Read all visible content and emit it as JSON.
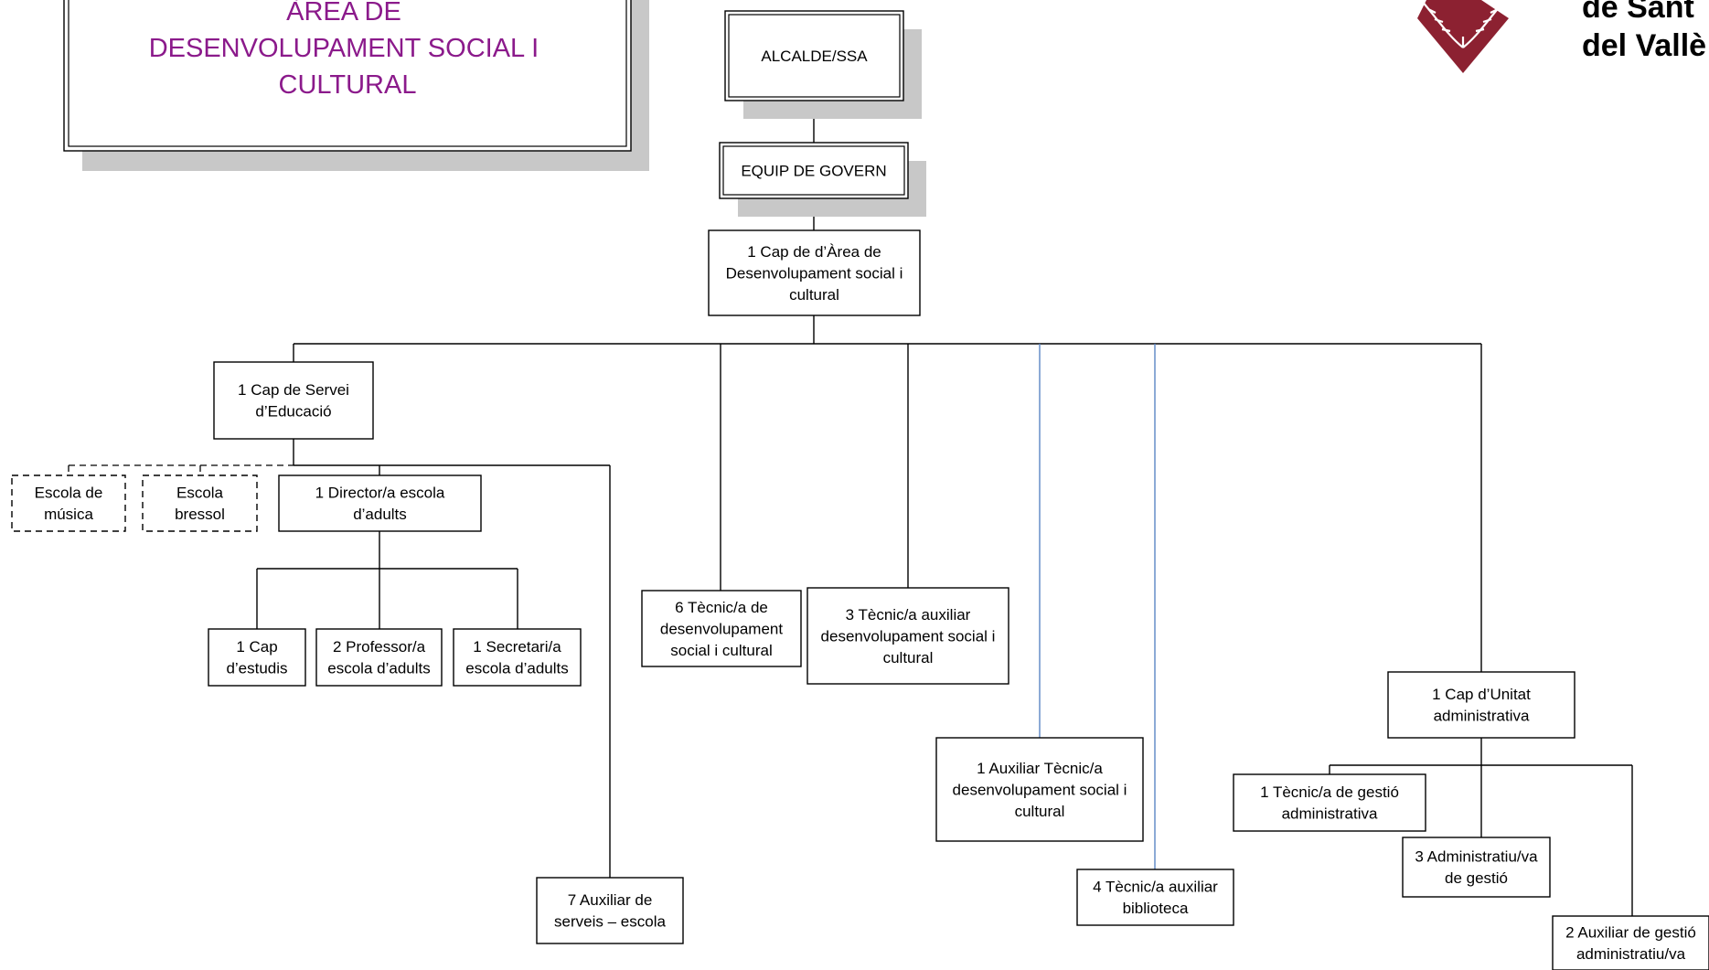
{
  "title": {
    "lines": [
      "ÀREA DE",
      "DESENVOLUPAMENT SOCIAL I",
      "CULTURAL"
    ]
  },
  "logo": {
    "lines": [
      "de Sant",
      "del Vallè"
    ]
  },
  "colors": {
    "title_text": "#8b1a8b",
    "logo_red": "#8c2131",
    "shadow": "#c8c8c8",
    "line": "#000000",
    "blue_line": "#5b86c5"
  },
  "nodes": {
    "alcalde": [
      "ALCALDE/SSA"
    ],
    "equip_govern": [
      "EQUIP DE GOVERN"
    ],
    "cap_area": [
      "1 Cap de d’Àrea de",
      "Desenvolupament social i",
      "cultural"
    ],
    "cap_educacio": [
      "1 Cap de Servei",
      "d’Educació"
    ],
    "escola_musica": [
      "Escola de",
      "música"
    ],
    "escola_bressol": [
      "Escola",
      "bressol"
    ],
    "director_adults": [
      "1 Director/a escola",
      "d’adults"
    ],
    "cap_estudis": [
      "1 Cap",
      "d’estudis"
    ],
    "professor": [
      "2 Professor/a",
      "escola d’adults"
    ],
    "secretari": [
      "1 Secretari/a",
      "escola d’adults"
    ],
    "auxiliar_serveis": [
      "7 Auxiliar de",
      "serveis – escola"
    ],
    "tecnic_desenvolupament": [
      "6 Tècnic/a de",
      "desenvolupament",
      "social i cultural"
    ],
    "tecnic_auxiliar": [
      "3 Tècnic/a auxiliar",
      "desenvolupament social i",
      "cultural"
    ],
    "auxiliar_tecnic": [
      "1 Auxiliar Tècnic/a",
      "desenvolupament social i",
      "cultural"
    ],
    "tecnic_biblioteca": [
      "4 Tècnic/a auxiliar",
      "biblioteca"
    ],
    "cap_unitat": [
      "1 Cap d’Unitat",
      "administrativa"
    ],
    "tecnic_gestio": [
      "1 Tècnic/a de gestió",
      "administrativa"
    ],
    "administratiu": [
      "3 Administratiu/va",
      "de gestió"
    ],
    "auxiliar_gestio": [
      "2 Auxiliar de gestió",
      "administratiu/va"
    ]
  }
}
